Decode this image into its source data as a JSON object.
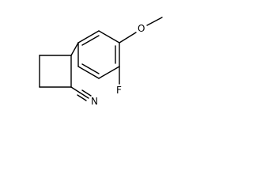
{
  "molecule": {
    "atoms": {
      "oxygen": "O",
      "fluorine": "F",
      "nitrogen": "N"
    }
  }
}
